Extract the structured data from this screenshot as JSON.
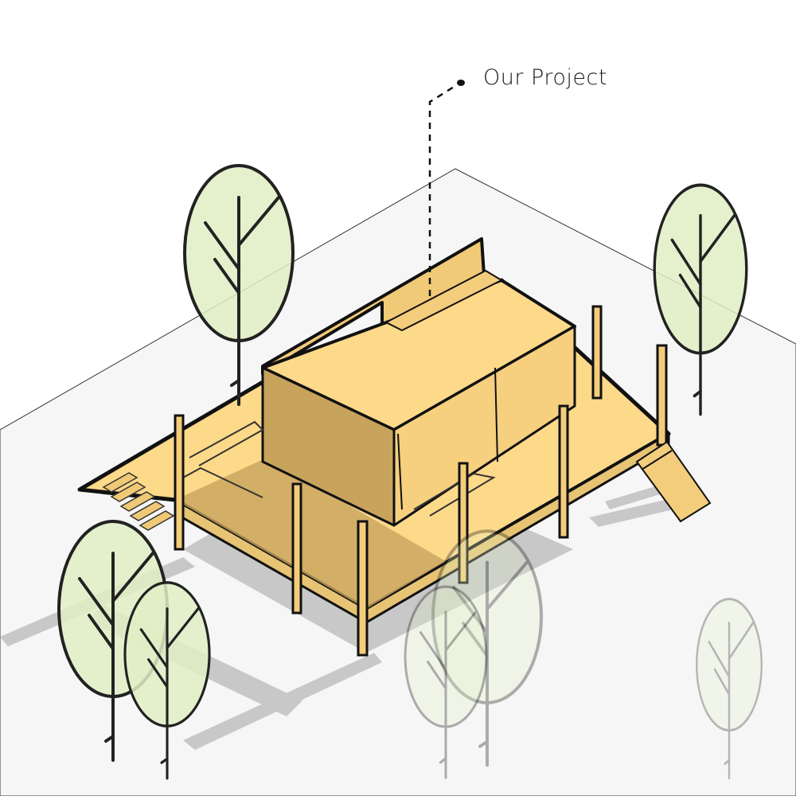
{
  "annotation": {
    "label": "Our Project"
  },
  "colors": {
    "background": "#ffffff",
    "ground": "#f6f6f6",
    "shadow": "#c6c6c6",
    "house_light": "#fdd98a",
    "house_mid": "#f3cd7c",
    "house_dark": "#c7a35c",
    "outline": "#111111",
    "tree_fill": "#e1efc4",
    "tree_fill_faded": "#eef3e4"
  },
  "icons": [
    "tree-icon",
    "dashed-leader-line",
    "leader-dot"
  ]
}
